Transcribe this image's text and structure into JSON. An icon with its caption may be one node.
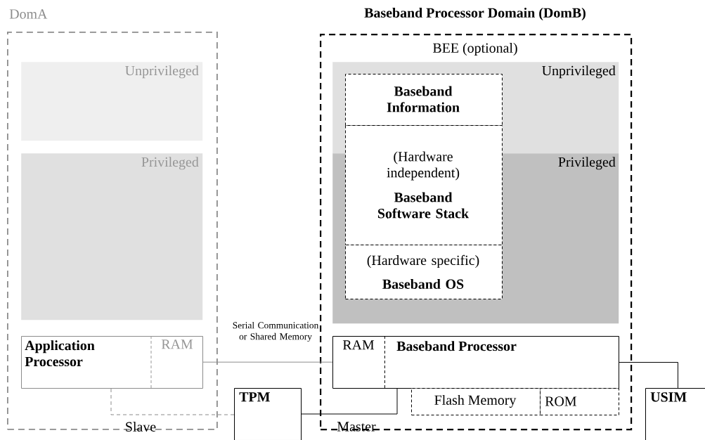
{
  "diagram": {
    "nodes": [
      {
        "text": [
          "DomA"
        ]
      },
      {
        "text": [
          "Unprivileged"
        ],
        "in": 0
      },
      {
        "text": [
          "Privileged"
        ],
        "in": 0
      },
      {
        "text": [
          "Application Processor"
        ],
        "in": 0
      },
      {
        "text": [
          "RAM"
        ],
        "in": 3
      },
      {
        "text": [
          "Baseband Processor Domain (DomB)",
          "BEE (optional)"
        ]
      },
      {
        "text": [
          "Unprivileged"
        ],
        "in": 5
      },
      {
        "text": [
          "Privileged"
        ],
        "in": 5
      },
      {
        "text": [
          "Baseband Information"
        ],
        "in": 6
      },
      {
        "text": [
          "(Hardware independent)",
          "Baseband Software Stack"
        ],
        "in": 5
      },
      {
        "text": [
          "(Hardware specific)",
          "Baseband OS"
        ],
        "in": 7
      },
      {
        "text": [
          "Baseband Processor"
        ],
        "in": 5
      },
      {
        "text": [
          "RAM"
        ],
        "in": 11
      },
      {
        "text": [
          "Flash Memory"
        ],
        "in": 5
      },
      {
        "text": [
          "ROM"
        ],
        "in": 5
      },
      {
        "text": [
          "TPM"
        ]
      },
      {
        "text": [
          "USIM"
        ]
      }
    ],
    "edges": [
      {
        "from": 4,
        "to": 12,
        "arrow": "none",
        "label": "Serial Communication or Shared Memory",
        "color": "#8c8c8c"
      },
      {
        "from": 3,
        "to": 15,
        "arrow": "none",
        "label": "Slave",
        "style": "dashed",
        "color": "#8c8c8c"
      },
      {
        "from": 15,
        "to": 11,
        "arrow": "none",
        "label": "Master",
        "color": "#000000"
      },
      {
        "from": 11,
        "to": 16,
        "arrow": "none",
        "color": "#000000"
      }
    ]
  }
}
